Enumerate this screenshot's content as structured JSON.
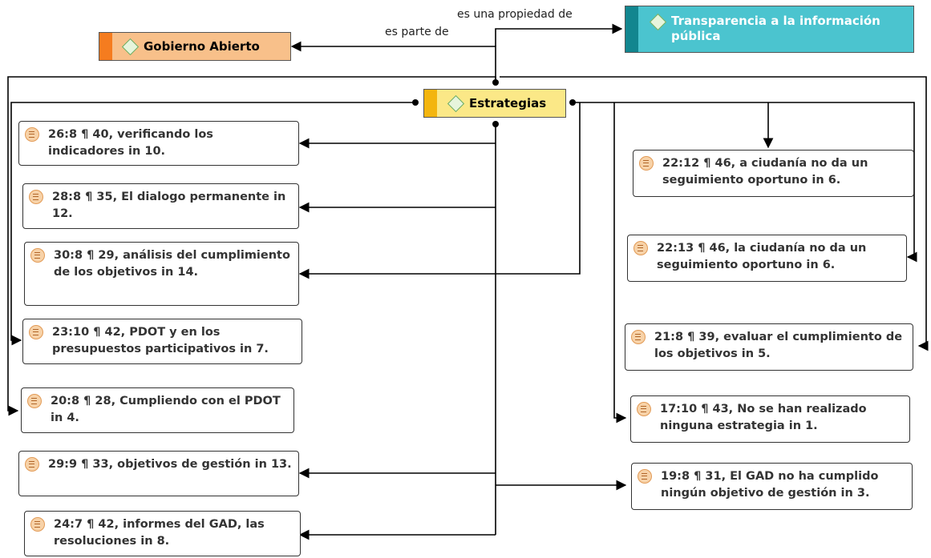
{
  "codes": {
    "gobierno": "Gobierno Abierto",
    "transparencia": "Transparencia a la información pública",
    "estrategias": "Estrategias"
  },
  "relations": {
    "es_parte_de": "es parte de",
    "es_propiedad_de": "es una propiedad de"
  },
  "quotations": [
    "26:8 ¶ 40, verificando los indicadores in 10.",
    "28:8 ¶ 35, El dialogo permanente in 12.",
    "30:8 ¶ 29, análisis del cumplimiento de los objetivos in 14.",
    "23:10 ¶ 42, PDOT y en los presupuestos participativos in 7.",
    "20:8 ¶ 28, Cumpliendo con el PDOT in 4.",
    "29:9 ¶ 33, objetivos de gestión in 13.",
    "24:7 ¶ 42, informes del GAD, las resoluciones in 8.",
    "22:12 ¶ 46, a ciudanía no da un seguimiento oportuno in 6.",
    "22:13 ¶ 46, la ciudanía no da un seguimiento oportuno in 6.",
    "21:8 ¶ 39, evaluar el cumplimiento de los objetivos in 5.",
    "17:10 ¶ 43, No se han realizado ninguna estrategia in 1.",
    "19:8 ¶ 31, El GAD no ha cumplido ningún objetivo de gestión in 3."
  ],
  "colors": {
    "gobierno_fill": "#f8c08a",
    "gobierno_strip": "#f57c1f",
    "transparencia_fill": "#4bc4cf",
    "transparencia_strip": "#12868f",
    "estrategias_fill": "#fbe887",
    "estrategias_strip": "#f3b50f"
  }
}
